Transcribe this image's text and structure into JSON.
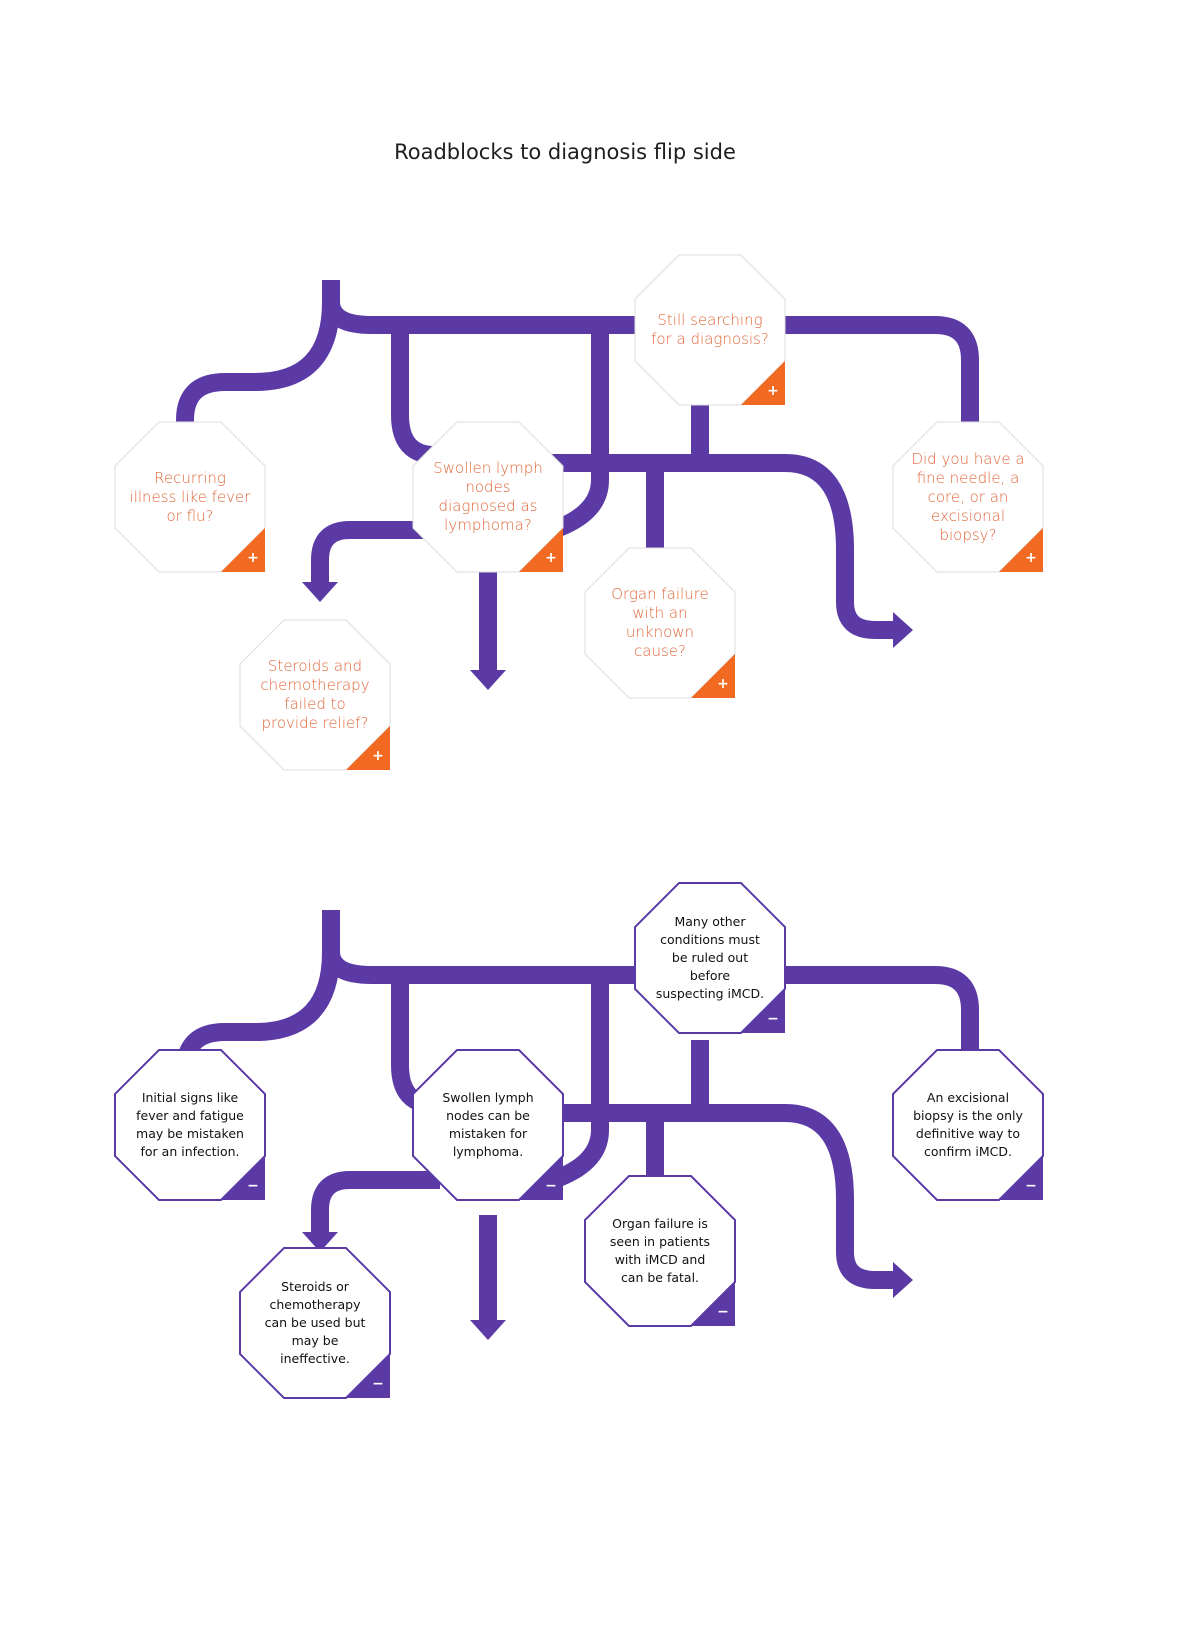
{
  "title": "Roadblocks to diagnosis flip side",
  "colors": {
    "path": "#5b3aa6",
    "question_text": "#e0673a",
    "corner_question": "#f26a21",
    "corner_answer": "#5b3aa6",
    "answer_border": "#5b3aa6"
  },
  "icons": {
    "question_corner": "plus-icon",
    "answer_corner": "minus-icon"
  },
  "questions": [
    {
      "id": "still-searching",
      "text": "Still searching for a diagnosis?",
      "corner": "+"
    },
    {
      "id": "recurring-illness",
      "text": "Recurring illness like fever or flu?",
      "corner": "+"
    },
    {
      "id": "swollen-lymph",
      "text": "Swollen lymph nodes diagnosed as lymphoma?",
      "corner": "+"
    },
    {
      "id": "fine-needle",
      "text": "Did you have a fine needle, a core, or an excisional biopsy?",
      "corner": "+"
    },
    {
      "id": "organ-failure",
      "text": "Organ failure with an unknown cause?",
      "corner": "+"
    },
    {
      "id": "steroids",
      "text": "Steroids and chemotherapy failed to provide relief?",
      "corner": "+"
    }
  ],
  "answers": [
    {
      "id": "still-searching",
      "text": "Many other conditions must be ruled out before suspecting iMCD.",
      "corner": "−"
    },
    {
      "id": "recurring-illness",
      "text": "Initial signs like fever and fatigue may be mistaken for an infection.",
      "corner": "−"
    },
    {
      "id": "swollen-lymph",
      "text": "Swollen lymph nodes can be mistaken for lymphoma.",
      "corner": "−"
    },
    {
      "id": "fine-needle",
      "text": "An excisional biopsy is the only definitive way to confirm iMCD.",
      "corner": "−"
    },
    {
      "id": "organ-failure",
      "text": "Organ failure is seen in patients with iMCD and can be fatal.",
      "corner": "−"
    },
    {
      "id": "steroids",
      "text": "Steroids or chemotherapy can be used but may be ineffective.",
      "corner": "−"
    }
  ]
}
